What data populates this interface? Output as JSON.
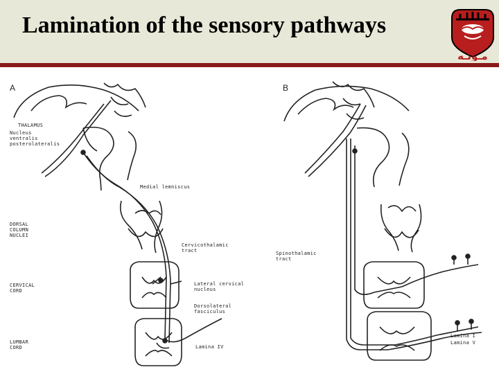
{
  "slide": {
    "title": "Lamination of the sensory pathways"
  },
  "logo": {
    "icon": "university-crest-icon",
    "arabic_text": "مـؤتـه"
  },
  "diagram": {
    "panel_a_label": "A",
    "panel_b_label": "B",
    "labels_left": {
      "thalamus": "THALAMUS",
      "nucleus_vpl": "Nucleus\nventralis\nposterolateralis",
      "dorsal_column_nuclei": "DORSAL\nCOLUMN\nNUCLEI",
      "cervical_cord": "CERVICAL\nCORD",
      "lumbar_cord": "LUMBAR\nCORD"
    },
    "labels_a": {
      "medial_lemniscus": "Medial lemniscus",
      "cervicothalamic_tract": "Cervicothalamic\ntract",
      "lateral_cervical_nucleus": "Lateral cervical\nnucleus",
      "dorsolateral_fasciculus": "Dorsolateral\nfasciculus",
      "lamina_iv": "Lamina IV"
    },
    "labels_b": {
      "spinothalamic_tract": "Spinothalamic\ntract",
      "lamina_i": "Lamina I",
      "lamina_v": "Lamina V"
    }
  }
}
